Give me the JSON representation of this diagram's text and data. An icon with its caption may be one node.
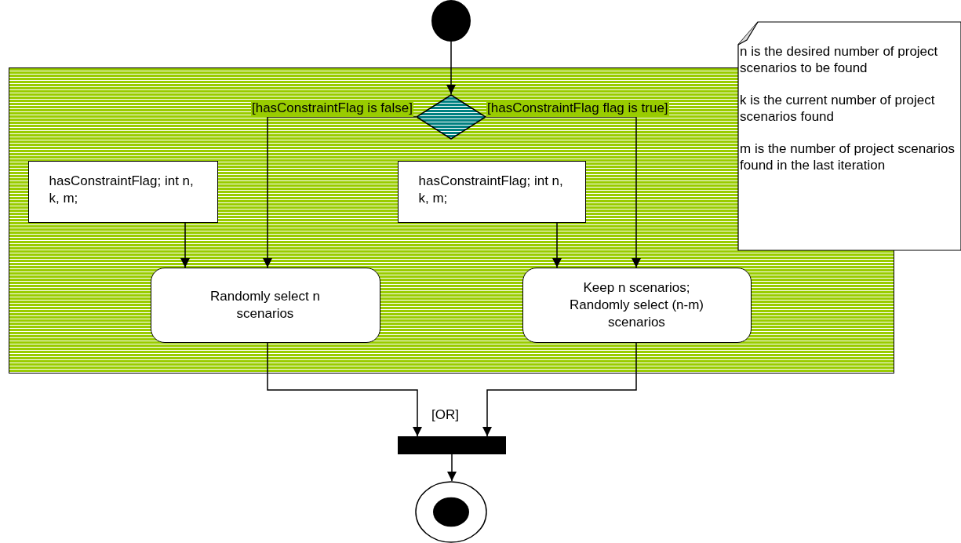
{
  "diagram": {
    "nodes": [
      {
        "text": [],
        "shape": "circle"
      },
      {
        "text": [],
        "shape": "box"
      },
      {
        "text": [],
        "shape": "diamond",
        "in": 1
      },
      {
        "text": [
          "hasConstraintFlag; int n, k, m;"
        ],
        "in": 1
      },
      {
        "text": [
          "hasConstraintFlag; int n, k, m;"
        ],
        "in": 1
      },
      {
        "text": [
          "Randomly select n scenarios"
        ],
        "in": 1
      },
      {
        "text": [
          "Keep n scenarios; Randomly select (n-m) scenarios"
        ],
        "in": 1
      },
      {
        "text": [],
        "shape": "bar"
      },
      {
        "text": [],
        "shape": "circle"
      },
      {
        "text": [
          "n is the desired number of project scenarios to be found",
          "k is the current number of project scenarios found",
          "m is the number of project scenarios found in the last iteration"
        ]
      }
    ],
    "edges": [
      {
        "from": 0,
        "to": 2,
        "arrow": "to"
      },
      {
        "from": 2,
        "to": 5,
        "arrow": "to",
        "label": "[hasConstraintFlag is false]"
      },
      {
        "from": 2,
        "to": 6,
        "arrow": "to",
        "label": "[hasConstraintFlag flag is true]"
      },
      {
        "from": 3,
        "to": 5,
        "arrow": "to"
      },
      {
        "from": 4,
        "to": 6,
        "arrow": "to"
      },
      {
        "from": 5,
        "to": 7,
        "arrow": "to"
      },
      {
        "from": 6,
        "to": 7,
        "arrow": "to"
      },
      {
        "from": 7,
        "to": 8,
        "arrow": "to"
      }
    ],
    "labels": [
      "[OR]"
    ]
  }
}
